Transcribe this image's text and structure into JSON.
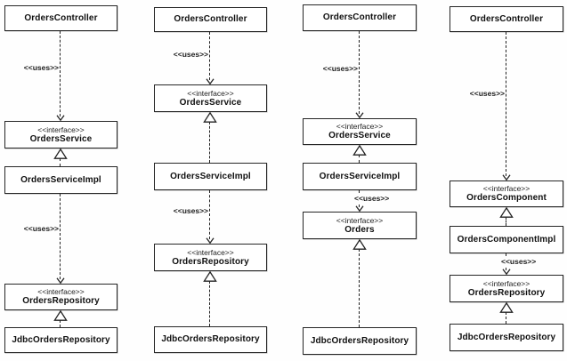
{
  "diagram": {
    "type": "uml-class-diagram",
    "colors": {
      "background": "#fefefe",
      "line": "#222222",
      "box_fill": "#ffffff",
      "box_border": "#262626"
    },
    "columns": [
      {
        "nodes": [
          {
            "name": "OrdersController"
          },
          {
            "stereotype": "<<interface>>",
            "name": "OrdersService"
          },
          {
            "name": "OrdersServiceImpl"
          },
          {
            "stereotype": "<<interface>>",
            "name": "OrdersRepository"
          },
          {
            "name": "JdbcOrdersRepository"
          }
        ],
        "edges": [
          {
            "type": "uses",
            "label": "<<uses>>"
          },
          {
            "type": "implements"
          },
          {
            "type": "uses",
            "label": "<<uses>>"
          },
          {
            "type": "implements"
          }
        ]
      },
      {
        "nodes": [
          {
            "name": "OrdersController"
          },
          {
            "stereotype": "<<interface>>",
            "name": "OrdersService"
          },
          {
            "name": "OrdersServiceImpl"
          },
          {
            "stereotype": "<<interface>>",
            "name": "OrdersRepository"
          },
          {
            "name": "JdbcOrdersRepository"
          }
        ],
        "edges": [
          {
            "type": "uses",
            "label": "<<uses>>"
          },
          {
            "type": "implements"
          },
          {
            "type": "uses",
            "label": "<<uses>>"
          },
          {
            "type": "implements"
          }
        ]
      },
      {
        "nodes": [
          {
            "name": "OrdersController"
          },
          {
            "stereotype": "<<interface>>",
            "name": "OrdersService"
          },
          {
            "name": "OrdersServiceImpl"
          },
          {
            "stereotype": "<<interface>>",
            "name": "Orders"
          },
          {
            "name": "JdbcOrdersRepository"
          }
        ],
        "edges": [
          {
            "type": "uses",
            "label": "<<uses>>"
          },
          {
            "type": "implements"
          },
          {
            "type": "uses",
            "label": "<<uses>>"
          },
          {
            "type": "implements"
          }
        ]
      },
      {
        "nodes": [
          {
            "name": "OrdersController"
          },
          {
            "stereotype": "<<interface>>",
            "name": "OrdersComponent"
          },
          {
            "name": "OrdersComponentImpl"
          },
          {
            "stereotype": "<<interface>>",
            "name": "OrdersRepository"
          },
          {
            "name": "JdbcOrdersRepository"
          }
        ],
        "edges": [
          {
            "type": "uses",
            "label": "<<uses>>"
          },
          {
            "type": "implements"
          },
          {
            "type": "uses",
            "label": "<<uses>>"
          },
          {
            "type": "implements"
          }
        ]
      }
    ]
  }
}
